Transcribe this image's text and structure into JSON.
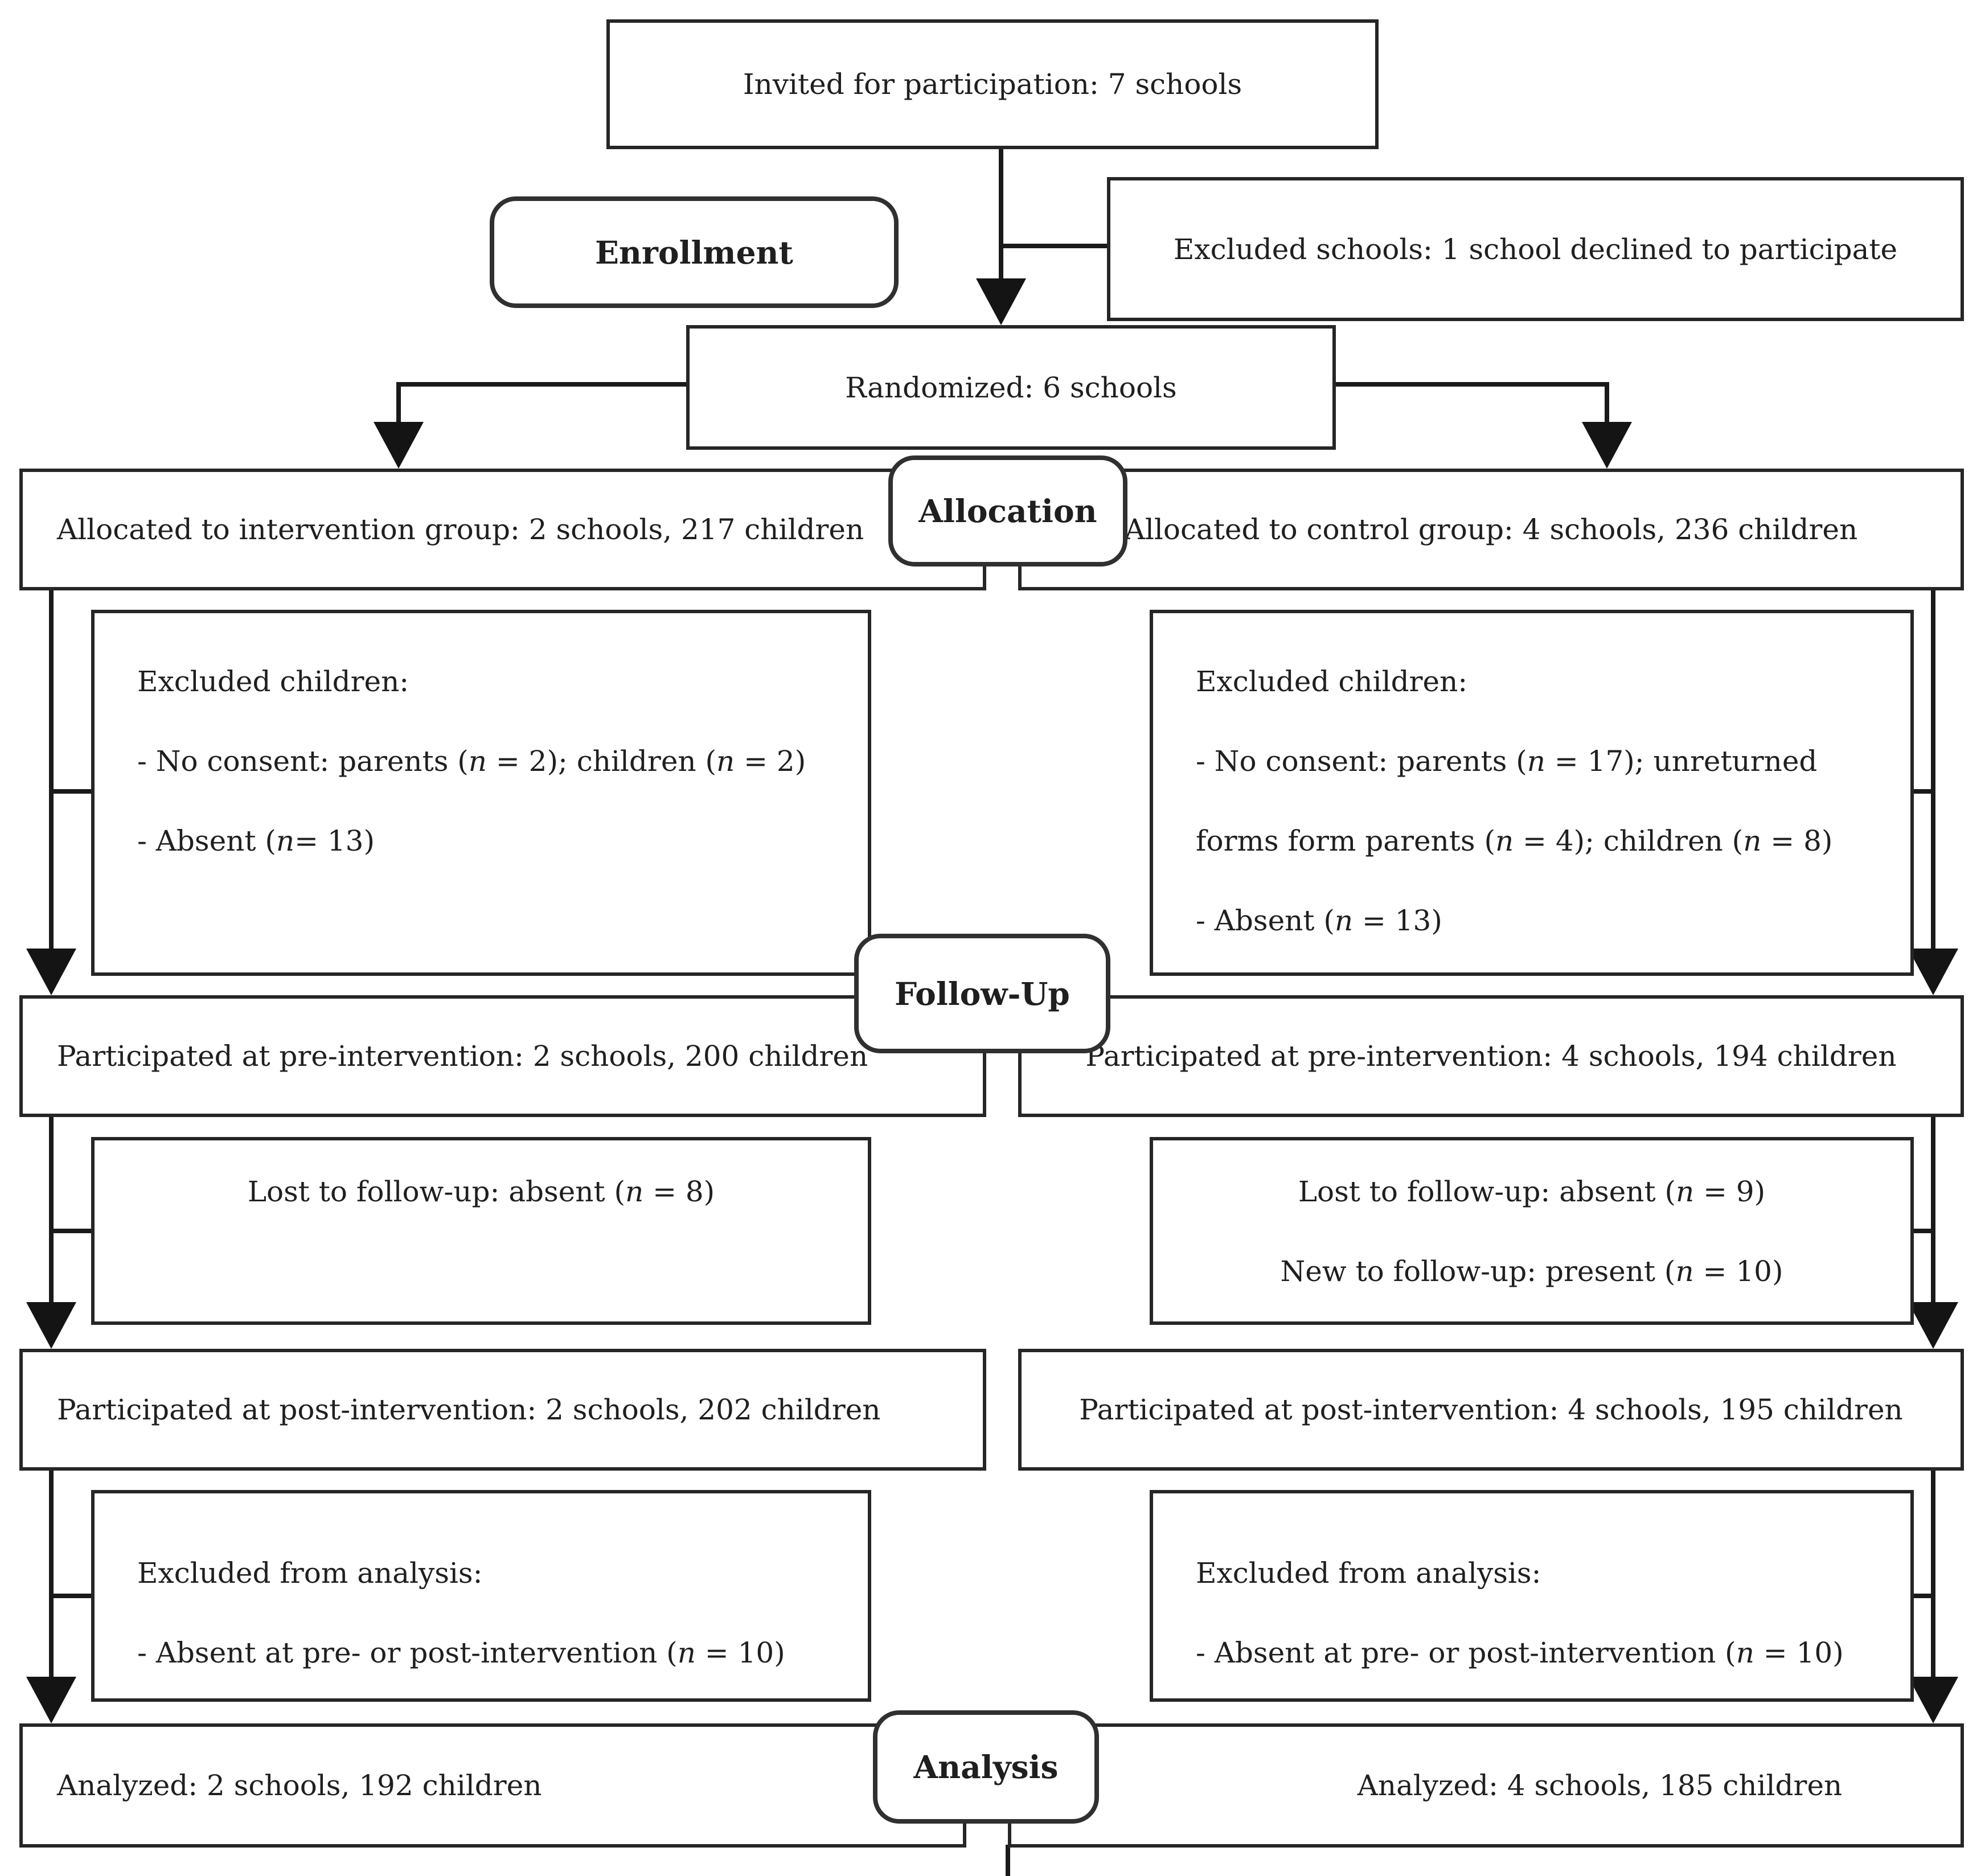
{
  "diagram": {
    "stage_labels": {
      "enrollment": "Enrollment",
      "allocation": "Allocation",
      "followup": "Follow-Up",
      "analysis": "Analysis"
    },
    "enrollment": {
      "invited": "Invited for participation: 7 schools",
      "excluded_schools": "Excluded schools: 1 school declined to participate",
      "randomized": "Randomized: 6 schools"
    },
    "intervention_arm": {
      "allocated": "Allocated to intervention group: 2 schools, 217 children",
      "excluded_children": {
        "heading": "Excluded children:",
        "lines": [
          "- No consent: parents (*n* = 2); children (*n* = 2)",
          "- Absent (*n*= 13)"
        ]
      },
      "pre_intervention": "Participated at pre-intervention: 2 schools, 200 children",
      "followup_changes": {
        "lines": [
          "Lost to follow-up: absent (*n* = 8)"
        ]
      },
      "post_intervention": "Participated at post-intervention: 2 schools, 202 children",
      "excluded_analysis": {
        "heading": "Excluded from analysis:",
        "lines": [
          "- Absent at pre- or post-intervention (*n* = 10)"
        ]
      },
      "analyzed": "Analyzed: 2 schools, 192 children"
    },
    "control_arm": {
      "allocated": "Allocated to control group: 4 schools, 236 children",
      "excluded_children": {
        "heading": "Excluded children:",
        "lines": [
          "- No consent: parents (*n* = 17); unreturned",
          "forms form parents (*n* = 4); children (*n* = 8)",
          "- Absent (*n* = 13)"
        ]
      },
      "pre_intervention": "Participated at pre-intervention: 4 schools, 194 children",
      "followup_changes": {
        "lines": [
          "Lost to follow-up: absent (*n* = 9)",
          "New to follow-up: present (*n* = 10)"
        ]
      },
      "post_intervention": "Participated at post-intervention: 4 schools, 195 children",
      "excluded_analysis": {
        "heading": "Excluded from analysis:",
        "lines": [
          "- Absent at pre- or post-intervention (*n* = 10)"
        ]
      },
      "analyzed": "Analyzed: 4 schools, 185 children"
    },
    "colors": {
      "line": "#1a1a1a",
      "border": "#262626",
      "text": "#1f1f1f",
      "background": "#ffffff"
    }
  }
}
